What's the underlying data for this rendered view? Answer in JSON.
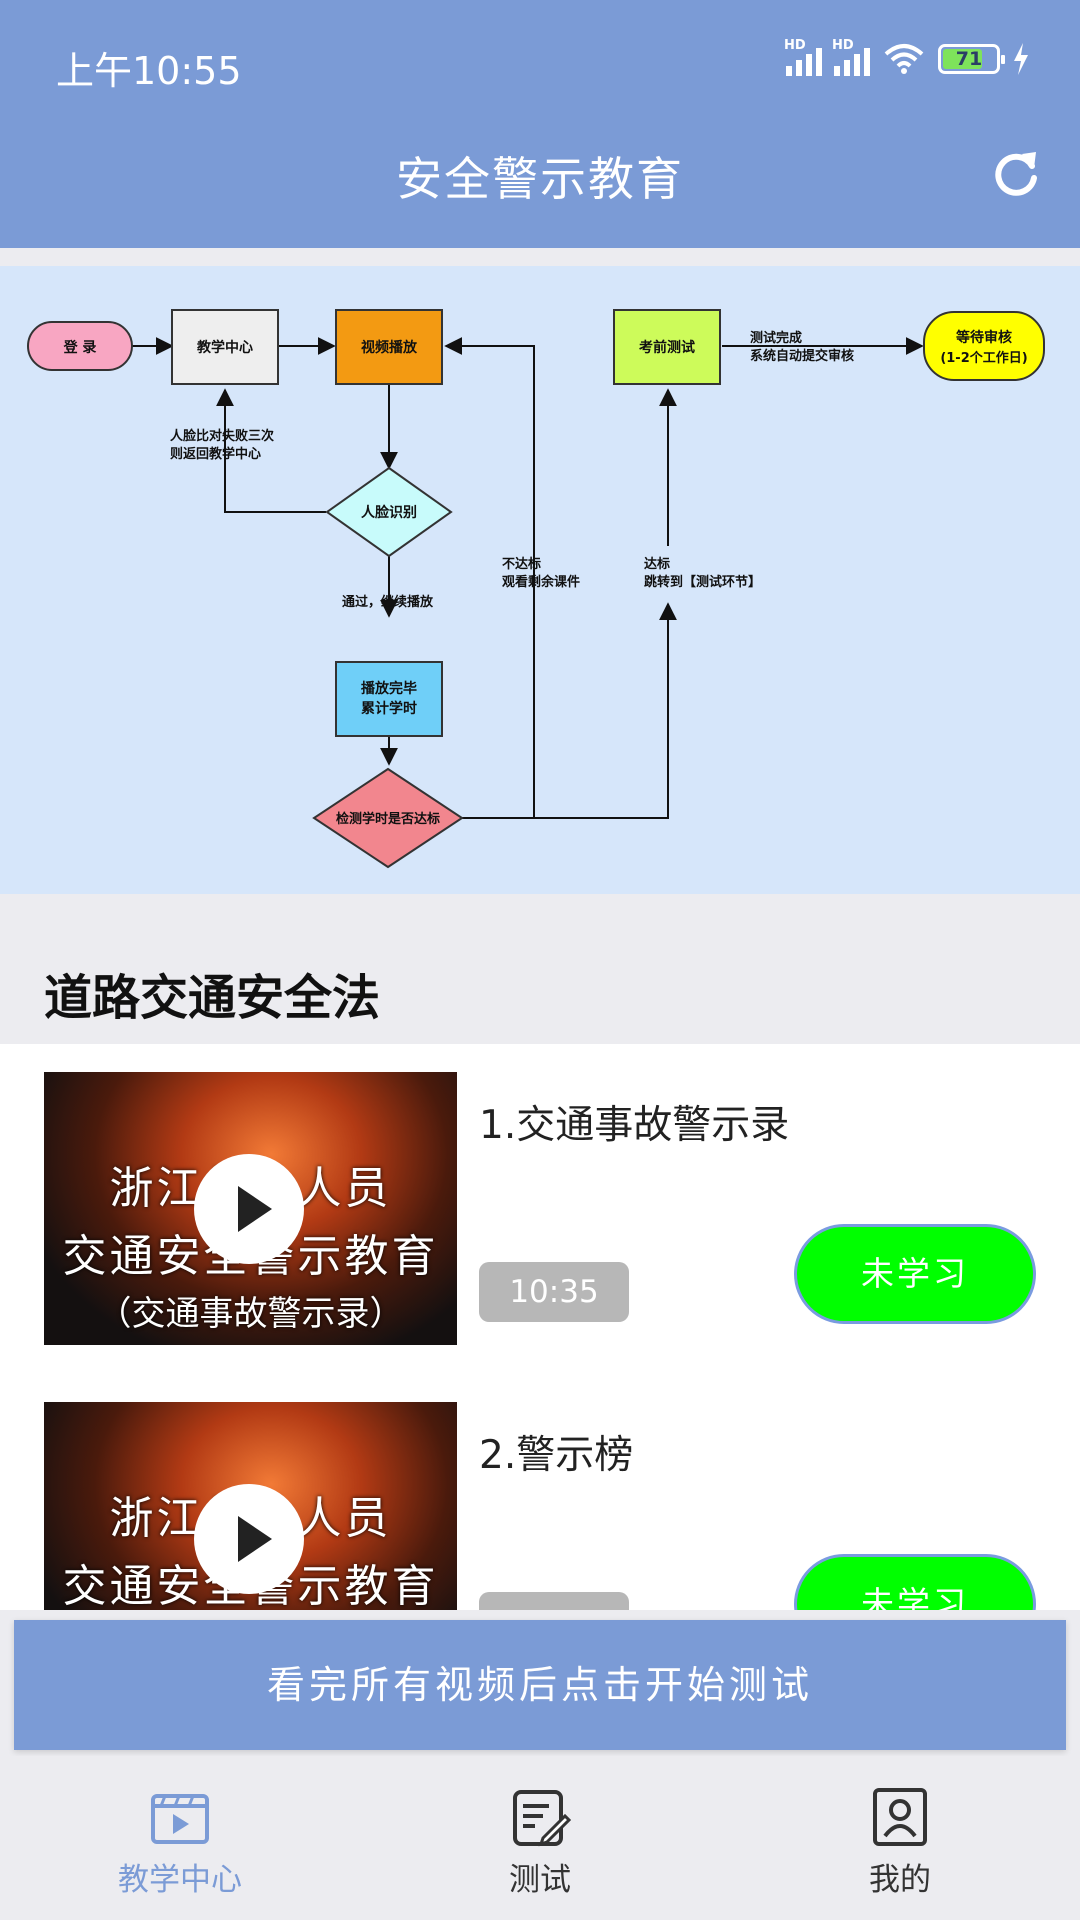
{
  "status_bar": {
    "time": "上午10:55",
    "battery": "71",
    "signal_label": "HD"
  },
  "header": {
    "title": "安全警示教育"
  },
  "flowchart": {
    "login": "登 录",
    "teaching_center": "教学中心",
    "video_play": "视频播放",
    "face_recognition": "人脸识别",
    "face_fail_note": [
      "人脸比对失败三次",
      "则返回教学中心"
    ],
    "pass_continue": "通过，继续播放",
    "play_done": [
      "播放完毕",
      "累计学时"
    ],
    "check_hours": "检测学时是否达标",
    "not_reached": [
      "不达标",
      "观看剩余课件"
    ],
    "reached": [
      "达标",
      "跳转到【测试环节】"
    ],
    "pre_exam": "考前测试",
    "test_done": [
      "测试完成",
      "系统自动提交审核"
    ],
    "await_review": [
      "等待审核",
      "(1-2个工作日)"
    ]
  },
  "section": {
    "title": "道路交通安全法"
  },
  "courses": [
    {
      "title": "1.交通事故警示录",
      "duration": "10:35",
      "status": "未学习",
      "thumb_lines": [
        "浙江从业人员",
        "交通安全警示教育",
        "（交通事故警示录）"
      ]
    },
    {
      "title": "2.警示榜",
      "duration": "",
      "status": "未学习",
      "thumb_lines": [
        "浙江从业人员",
        "交通安全警示教育",
        ""
      ]
    }
  ],
  "start_test_button": "看完所有视频后点击开始测试",
  "tabs": [
    {
      "label": "教学中心",
      "icon": "video-course-icon",
      "active": true
    },
    {
      "label": "测试",
      "icon": "edit-test-icon",
      "active": false
    },
    {
      "label": "我的",
      "icon": "profile-icon",
      "active": false
    }
  ],
  "colors": {
    "header": "#7b9bd6",
    "status_button": "#00ff00",
    "flow_bg": "#d6e6fa"
  }
}
